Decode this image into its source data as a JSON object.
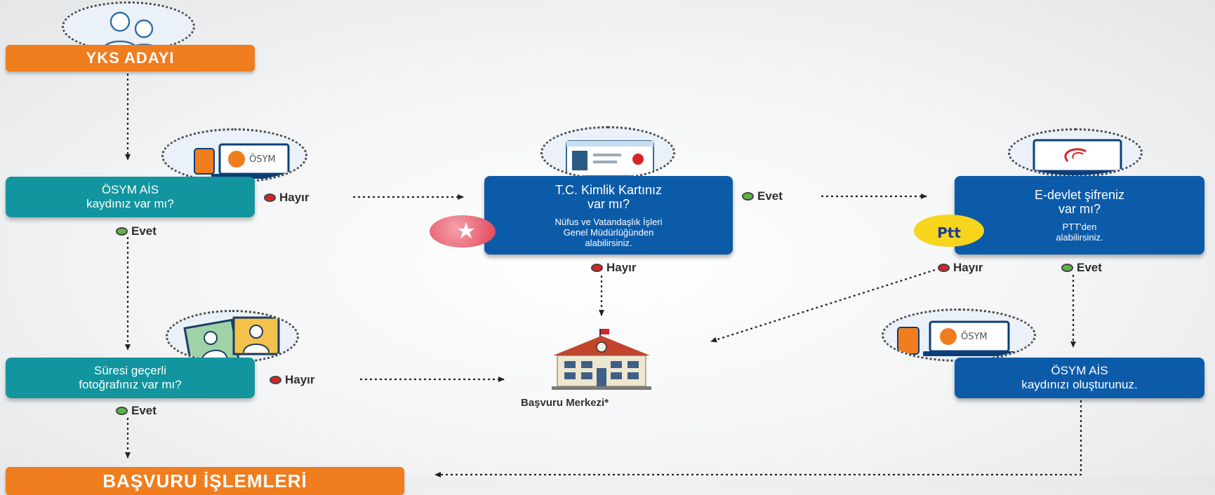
{
  "nodes": {
    "start": "YKS ADAYI",
    "osym_ais": "ÖSYM AİS\nkaydınız var mı?",
    "photo": "Süresi geçerli\nfotoğrafınız var mı?",
    "tc_id_question": "T.C. Kimlik Kartınız\nvar mı?",
    "tc_id_note": "Nüfus ve Vatandaşlık İşleri\nGenel Müdürlüğünden\nalabilirsiniz.",
    "edevlet_question": "E-devlet şifreniz\nvar mı?",
    "edevlet_note": "PTT'den\nalabilirsiniz.",
    "create_ais": "ÖSYM AİS\nkaydınızı oluşturunuz.",
    "center_caption": "Başvuru Merkezi*",
    "end": "BAŞVURU İŞLEMLERİ"
  },
  "edge_labels": {
    "no": "Hayır",
    "yes": "Evet"
  },
  "icons": {
    "laptop_brand": "ÖSYM",
    "ptt_logo": "Ptt"
  },
  "colors": {
    "orange": "#f07d1e",
    "teal": "#12959e",
    "blue": "#0c5ba9",
    "no_dot": "#d8232a",
    "yes_dot": "#5fb446"
  }
}
